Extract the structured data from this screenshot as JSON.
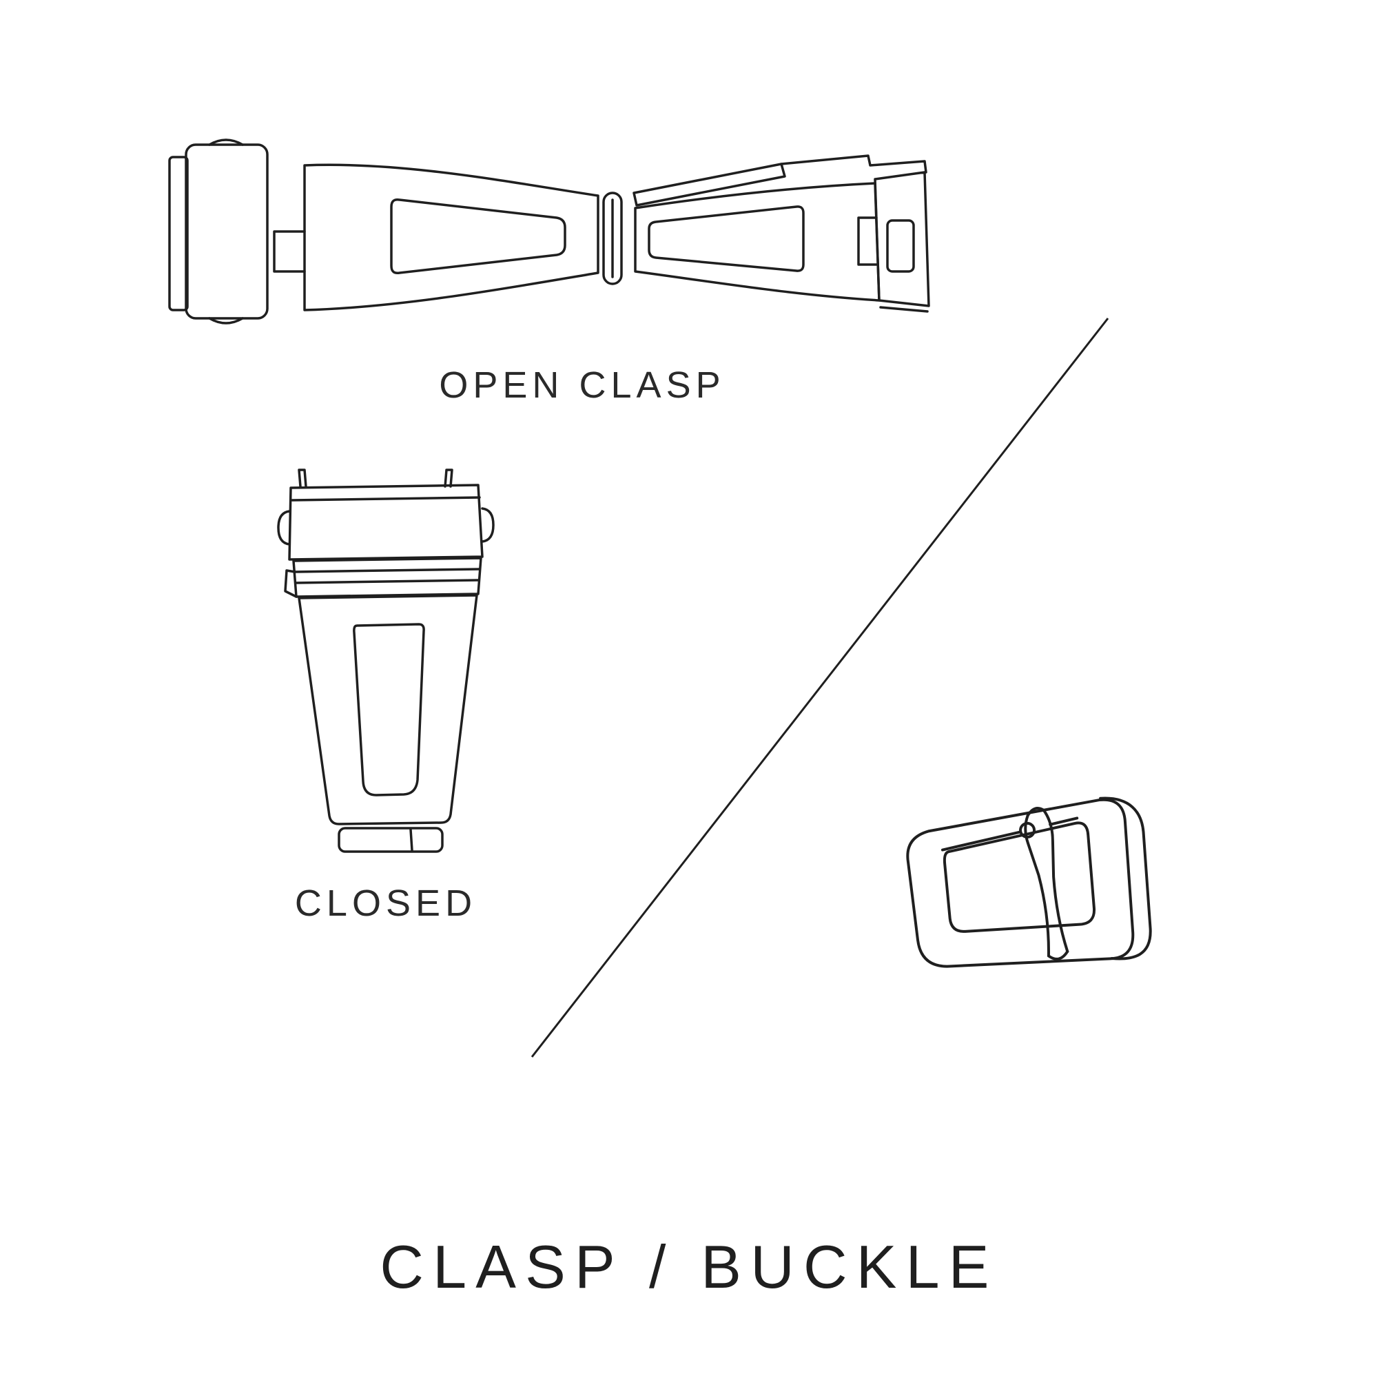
{
  "title": "CLASP / BUCKLE",
  "colors": {
    "background": "#ffffff",
    "ink": "#1f1f1f",
    "text": "#2a2a2a"
  },
  "sections": {
    "open_clasp": {
      "label": "OPEN CLASP",
      "icon": "open-clasp-illustration"
    },
    "closed_clasp": {
      "label": "CLOSED",
      "icon": "closed-clasp-illustration"
    },
    "buckle": {
      "icon": "buckle-illustration"
    }
  },
  "divider": {
    "icon": "diagonal-divider-line"
  }
}
